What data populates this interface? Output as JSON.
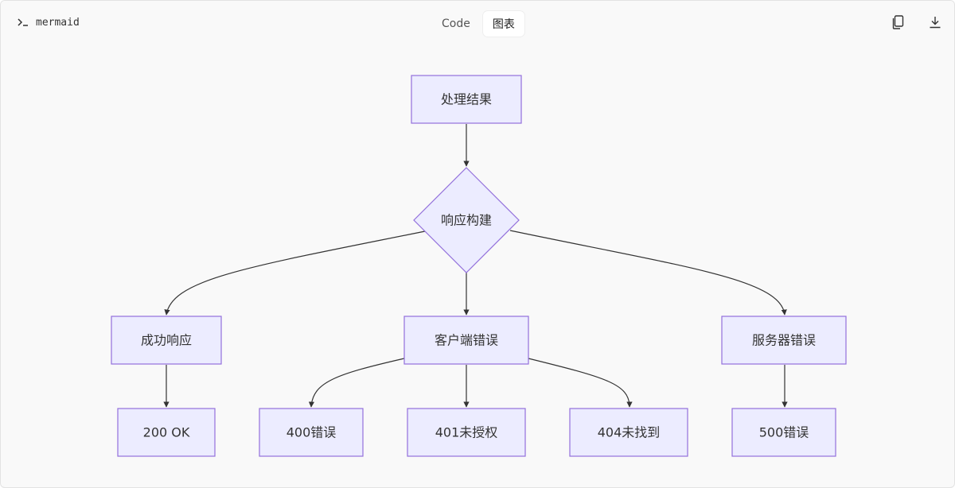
{
  "header": {
    "language_label": "mermaid",
    "tabs": [
      {
        "label": "Code",
        "active": false
      },
      {
        "label": "图表",
        "active": true
      }
    ],
    "actions": [
      {
        "name": "copy-icon"
      },
      {
        "name": "download-icon"
      }
    ]
  },
  "diagram": {
    "nodes": {
      "process": "处理结果",
      "build": "响应构建",
      "success": "成功响应",
      "client": "客户端错误",
      "server": "服务器错误",
      "ok200": "200 OK",
      "e400": "400错误",
      "e401": "401未授权",
      "e404": "404未找到",
      "e500": "500错误"
    }
  },
  "colors": {
    "node_fill": "#ececff",
    "node_stroke": "#9370db",
    "edge": "#333333",
    "background": "#f9f9f9"
  }
}
